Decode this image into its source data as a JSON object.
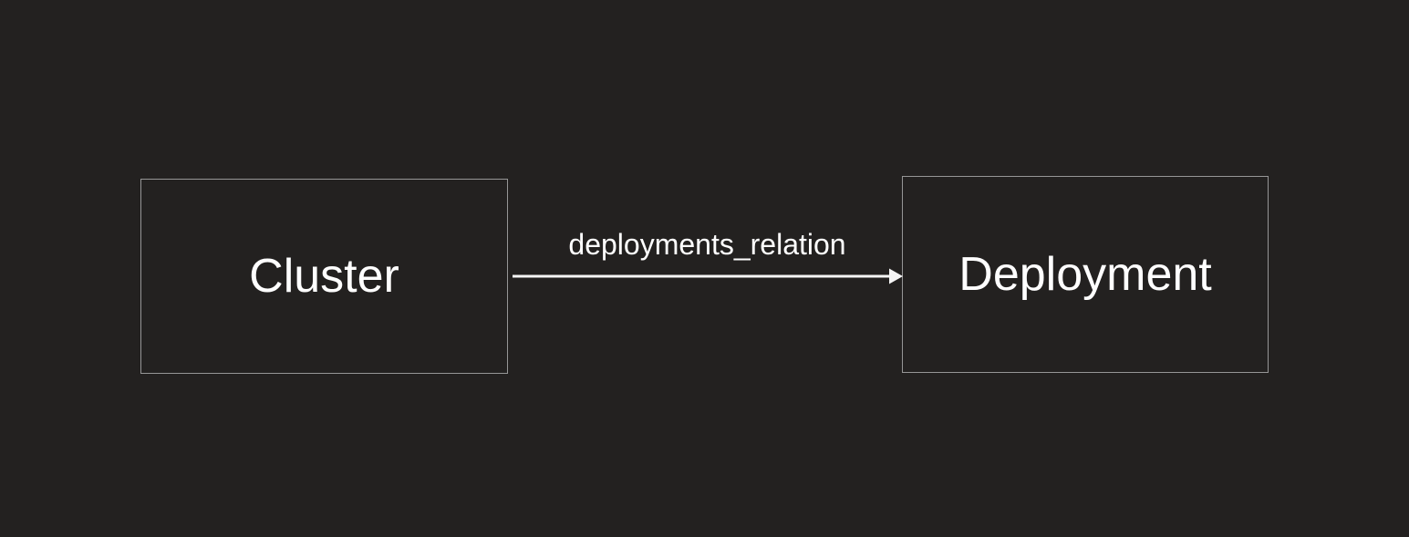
{
  "diagram": {
    "nodes": [
      {
        "id": "cluster",
        "label": "Cluster"
      },
      {
        "id": "deployment",
        "label": "Deployment"
      }
    ],
    "edges": [
      {
        "from": "cluster",
        "to": "deployment",
        "label": "deployments_relation",
        "direction": "left-to-right"
      }
    ],
    "colors": {
      "background": "#232120",
      "node_border": "#969696",
      "node_text": "#ffffff",
      "edge_line": "#f5f5f5",
      "edge_label_text": "#ffffff"
    }
  }
}
